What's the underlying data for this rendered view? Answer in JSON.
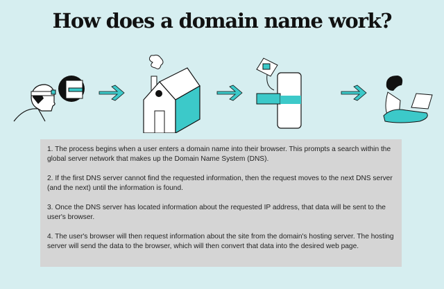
{
  "title": "How does a domain name work?",
  "colors": {
    "background": "#d6eef0",
    "accent": "#3cc9c9",
    "box": "#d5d5d5",
    "ink": "#111111"
  },
  "illustrations": [
    {
      "name": "user-at-browser-illustration"
    },
    {
      "name": "dns-server-house-illustration"
    },
    {
      "name": "phone-file-cabinet-illustration"
    },
    {
      "name": "person-with-laptop-illustration"
    }
  ],
  "steps": [
    "1. The process begins when a user enters a domain name into their browser. This prompts a search within the global server network that makes up the Domain Name System (DNS).",
    "2. If the first DNS server cannot find the requested information, then the request moves to the next DNS server (and the next) until the information is found.",
    "3. Once the DNS server has located information about the requested IP address, that data will be sent to the user's browser.",
    "4. The user's browser will then request information about the site from the domain's hosting server. The hosting server will send the data to the browser, which will then convert that data into the desired web page."
  ]
}
